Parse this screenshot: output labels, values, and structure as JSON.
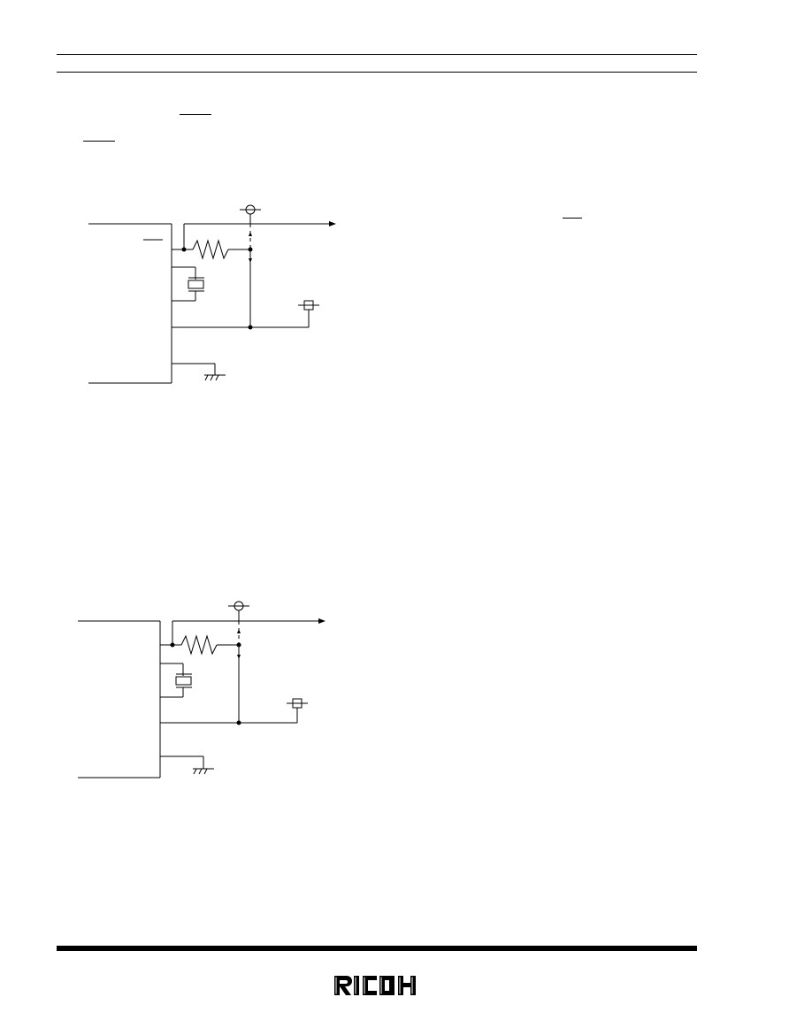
{
  "page": {
    "background": "#ffffff",
    "ink_color": "#000000"
  },
  "header": {
    "rules": [
      "top-rule",
      "bottom-rule"
    ]
  },
  "figures": [
    {
      "name": "circuit-diagram-1",
      "description_hidden": true
    },
    {
      "name": "circuit-diagram-2",
      "description_hidden": true
    }
  ],
  "footer": {
    "logo_text": "RICOH",
    "logo_icon": "ricoh-logo"
  }
}
